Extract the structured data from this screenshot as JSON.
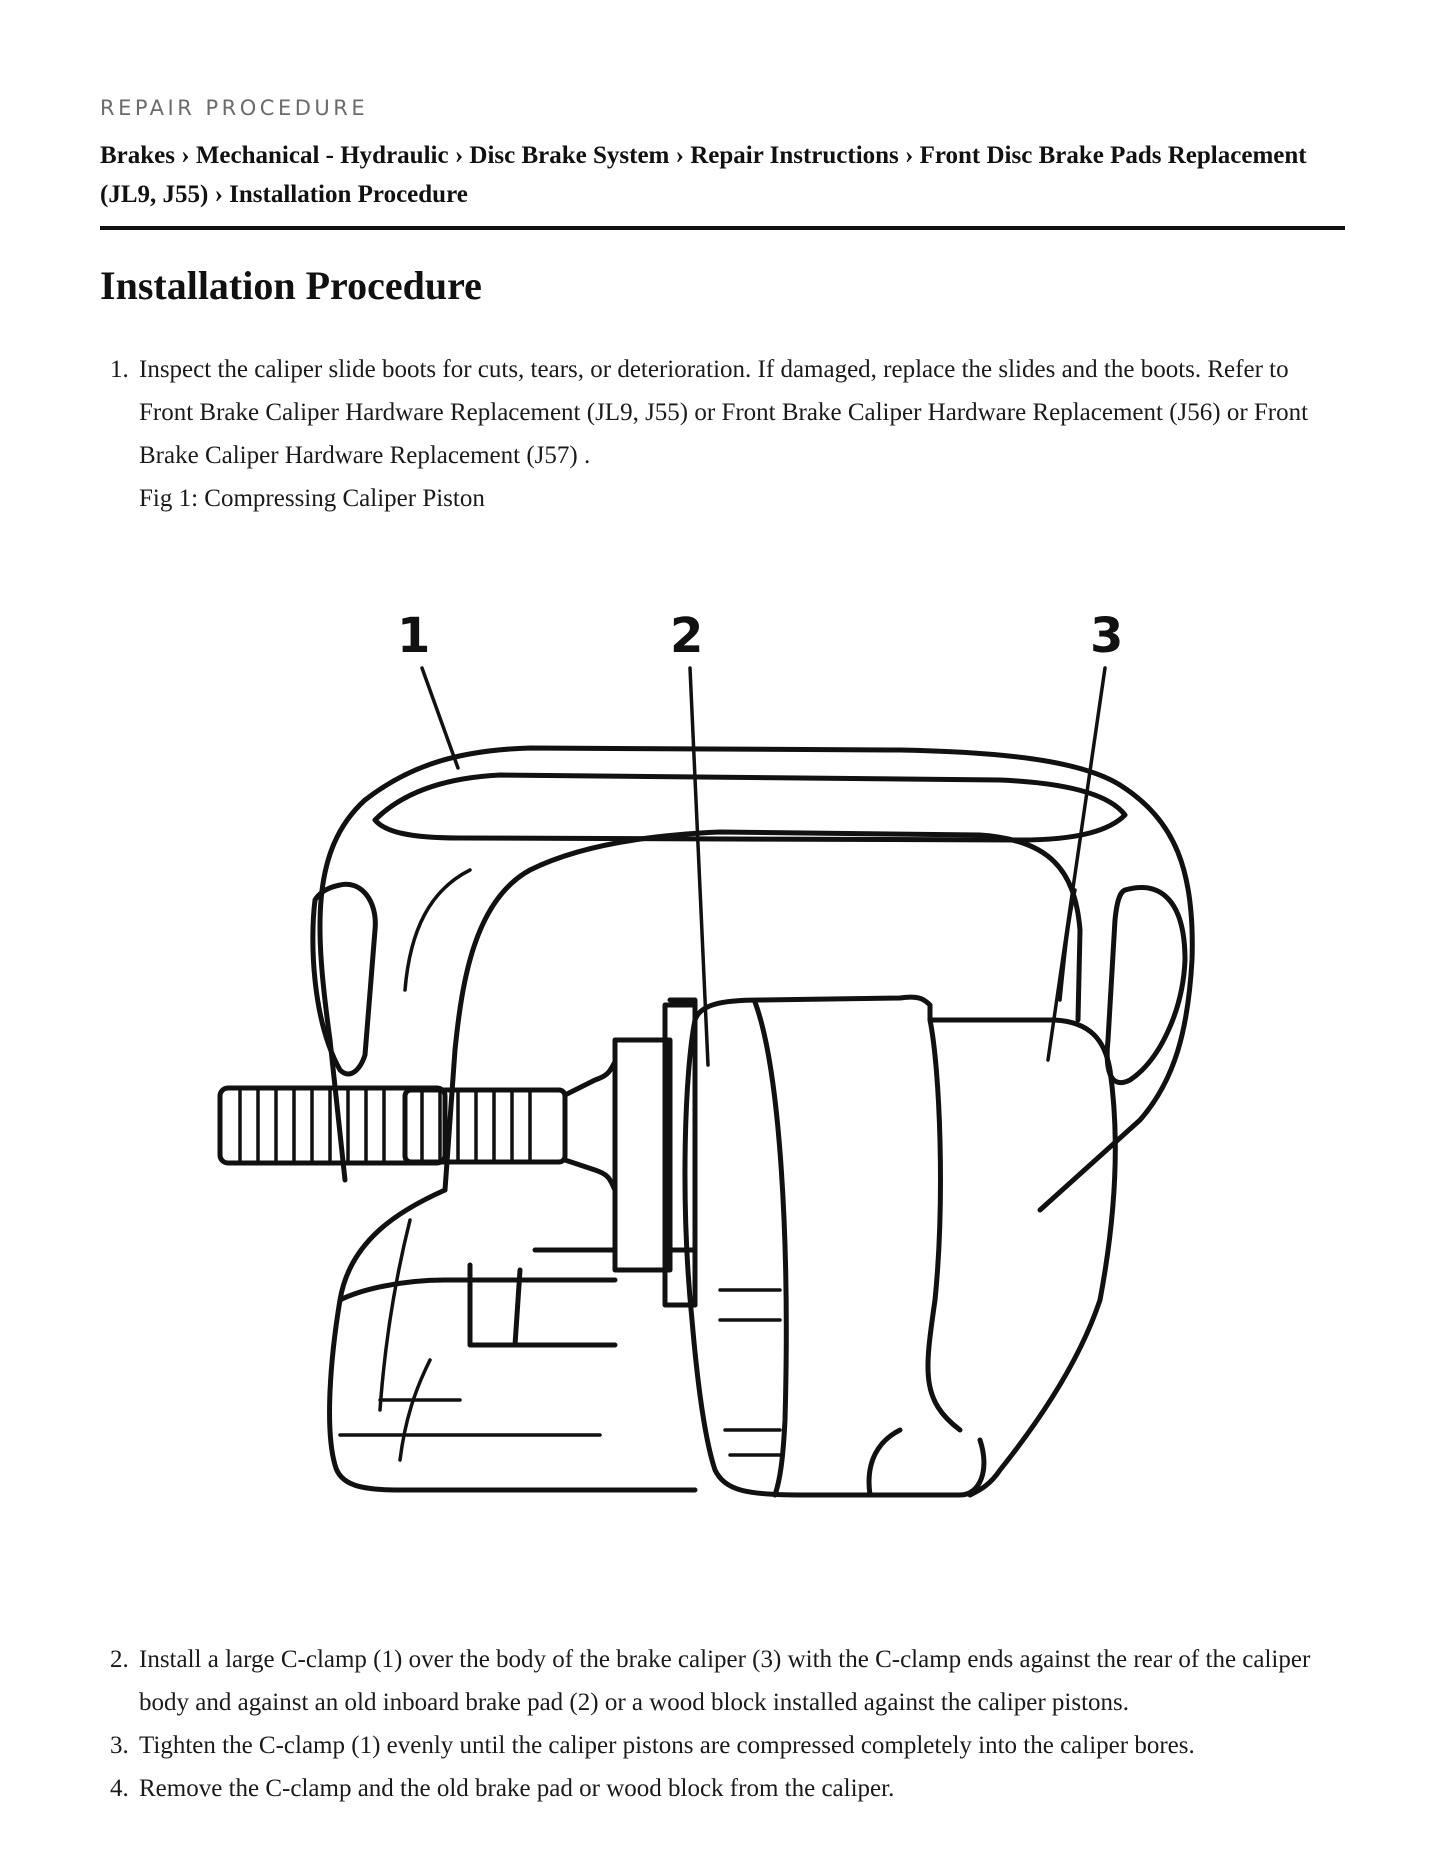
{
  "header": {
    "kicker": "REPAIR PROCEDURE",
    "breadcrumb": "Brakes › Mechanical - Hydraulic › Disc Brake System › Repair Instructions › Front Disc Brake Pads Replacement (JL9, J55) › Installation Procedure"
  },
  "main": {
    "title": "Installation Procedure",
    "steps_before_figure": [
      {
        "number": "1.",
        "text": "Inspect the caliper slide boots for cuts, tears, or deterioration. If damaged, replace the slides and the boots. Refer to Front Brake Caliper Hardware Replacement (JL9, J55)  or Front Brake Caliper Hardware Replacement (J56)  or Front Brake Caliper Hardware Replacement (J57) .",
        "figure_caption": "Fig 1: Compressing Caliper Piston"
      }
    ],
    "figure": {
      "callouts": [
        "1",
        "2",
        "3"
      ]
    },
    "steps_after_figure": [
      {
        "number": "2.",
        "text": "Install a large C-clamp (1) over the body of the brake caliper (3) with the C-clamp ends against the rear of the caliper body and against an old inboard brake pad (2) or a wood block installed against the caliper pistons."
      },
      {
        "number": "3.",
        "text": "Tighten the C-clamp (1) evenly until the caliper pistons are compressed completely into the caliper bores."
      },
      {
        "number": "4.",
        "text": "Remove the C-clamp and the old brake pad or wood block from the caliper."
      }
    ]
  }
}
